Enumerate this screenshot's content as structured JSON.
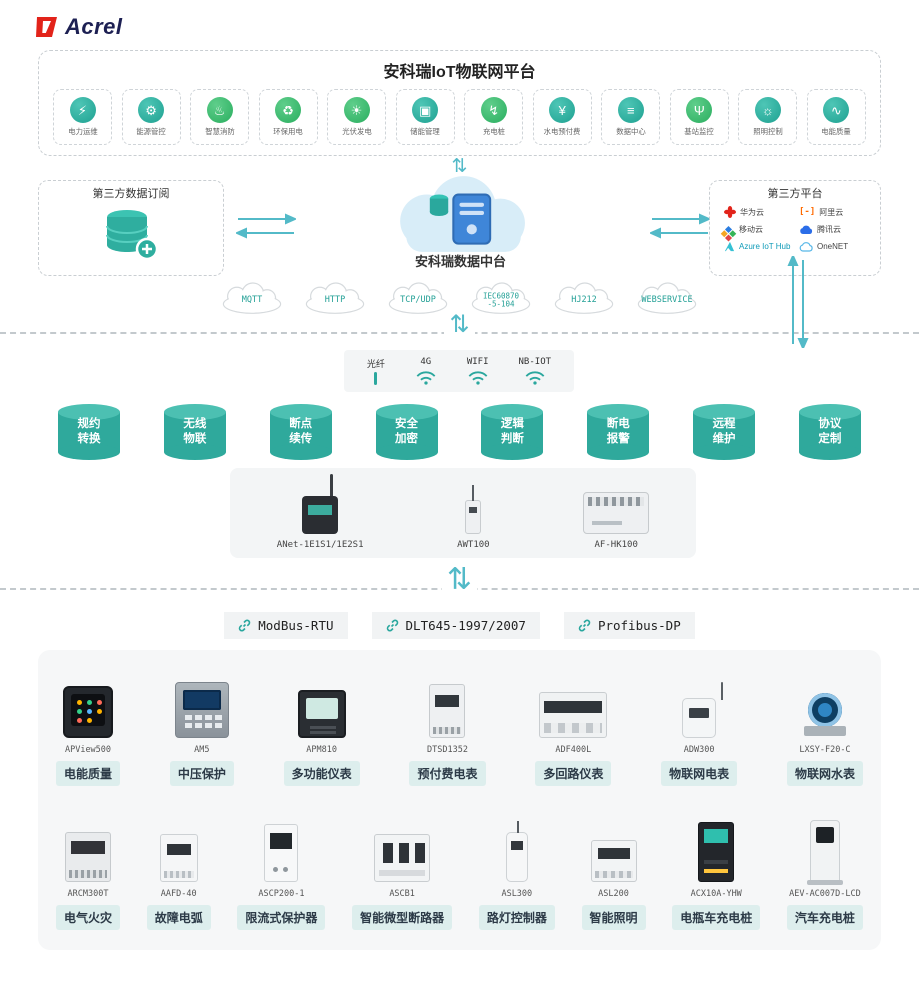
{
  "colors": {
    "accent_teal": "#2aa79e",
    "accent_green": "#2aae5f",
    "arrow_blue": "#53bac8",
    "label_bg": "#ddeeed",
    "logo_red": "#e2231a",
    "logo_navy": "#1d2053",
    "cloud_blue": "#d8edf8"
  },
  "logo": {
    "text": "Acrel"
  },
  "platform": {
    "title": "安科瑞IoT物联网平台",
    "apps": [
      {
        "label": "电力运维",
        "icon": "⚡"
      },
      {
        "label": "能源管控",
        "icon": "⚙"
      },
      {
        "label": "智慧消防",
        "icon": "♨"
      },
      {
        "label": "环保用电",
        "icon": "♻"
      },
      {
        "label": "光伏发电",
        "icon": "☀"
      },
      {
        "label": "储能管理",
        "icon": "▣"
      },
      {
        "label": "充电桩",
        "icon": "↯"
      },
      {
        "label": "水电预付费",
        "icon": "¥"
      },
      {
        "label": "数据中心",
        "icon": "≡"
      },
      {
        "label": "基站监控",
        "icon": "Ψ"
      },
      {
        "label": "照明控制",
        "icon": "☼"
      },
      {
        "label": "电能质量",
        "icon": "∿"
      }
    ]
  },
  "middle": {
    "left_title": "第三方数据订阅",
    "center_label": "安科瑞数据中台",
    "right_title": "第三方平台",
    "platforms": [
      {
        "name": "华为云"
      },
      {
        "name": "阿里云"
      },
      {
        "name": "移动云"
      },
      {
        "name": "腾讯云"
      },
      {
        "name": "Azure IoT Hub"
      },
      {
        "name": "OneNET"
      }
    ]
  },
  "protocol_clouds": [
    {
      "label": "MQTT"
    },
    {
      "label": "HTTP"
    },
    {
      "label": "TCP/UDP"
    },
    {
      "label": "IEC60870\n-5-104"
    },
    {
      "label": "HJ212"
    },
    {
      "label": "WEBSERVICE"
    }
  ],
  "connectivity": [
    {
      "label": "光纤"
    },
    {
      "label": "4G"
    },
    {
      "label": "WIFI"
    },
    {
      "label": "NB-IOT"
    }
  ],
  "features": [
    {
      "label": "规约\n转换"
    },
    {
      "label": "无线\n物联"
    },
    {
      "label": "断点\n续传"
    },
    {
      "label": "安全\n加密"
    },
    {
      "label": "逻辑\n判断"
    },
    {
      "label": "断电\n报警"
    },
    {
      "label": "远程\n维护"
    },
    {
      "label": "协议\n定制"
    }
  ],
  "gateways": [
    {
      "model": "ANet-1E1S1/1E2S1"
    },
    {
      "model": "AWT100"
    },
    {
      "model": "AF-HK100"
    }
  ],
  "bus_protocols": [
    {
      "label": "ModBus-RTU"
    },
    {
      "label": "DLT645-1997/2007"
    },
    {
      "label": "Profibus-DP"
    }
  ],
  "products": {
    "row1": [
      {
        "model": "APView500",
        "label": "电能质量"
      },
      {
        "model": "AM5",
        "label": "中压保护"
      },
      {
        "model": "APM810",
        "label": "多功能仪表"
      },
      {
        "model": "DTSD1352",
        "label": "预付费电表"
      },
      {
        "model": "ADF400L",
        "label": "多回路仪表"
      },
      {
        "model": "ADW300",
        "label": "物联网电表"
      },
      {
        "model": "LXSY-F20-C",
        "label": "物联网水表"
      }
    ],
    "row2": [
      {
        "model": "ARCM300T",
        "label": "电气火灾"
      },
      {
        "model": "AAFD-40",
        "label": "故障电弧"
      },
      {
        "model": "ASCP200-1",
        "label": "限流式保护器"
      },
      {
        "model": "ASCB1",
        "label": "智能微型断路器"
      },
      {
        "model": "ASL300",
        "label": "路灯控制器"
      },
      {
        "model": "ASL200",
        "label": "智能照明"
      },
      {
        "model": "ACX10A-YHW",
        "label": "电瓶车充电桩"
      },
      {
        "model": "AEV-AC007D-LCD",
        "label": "汽车充电桩"
      }
    ]
  }
}
